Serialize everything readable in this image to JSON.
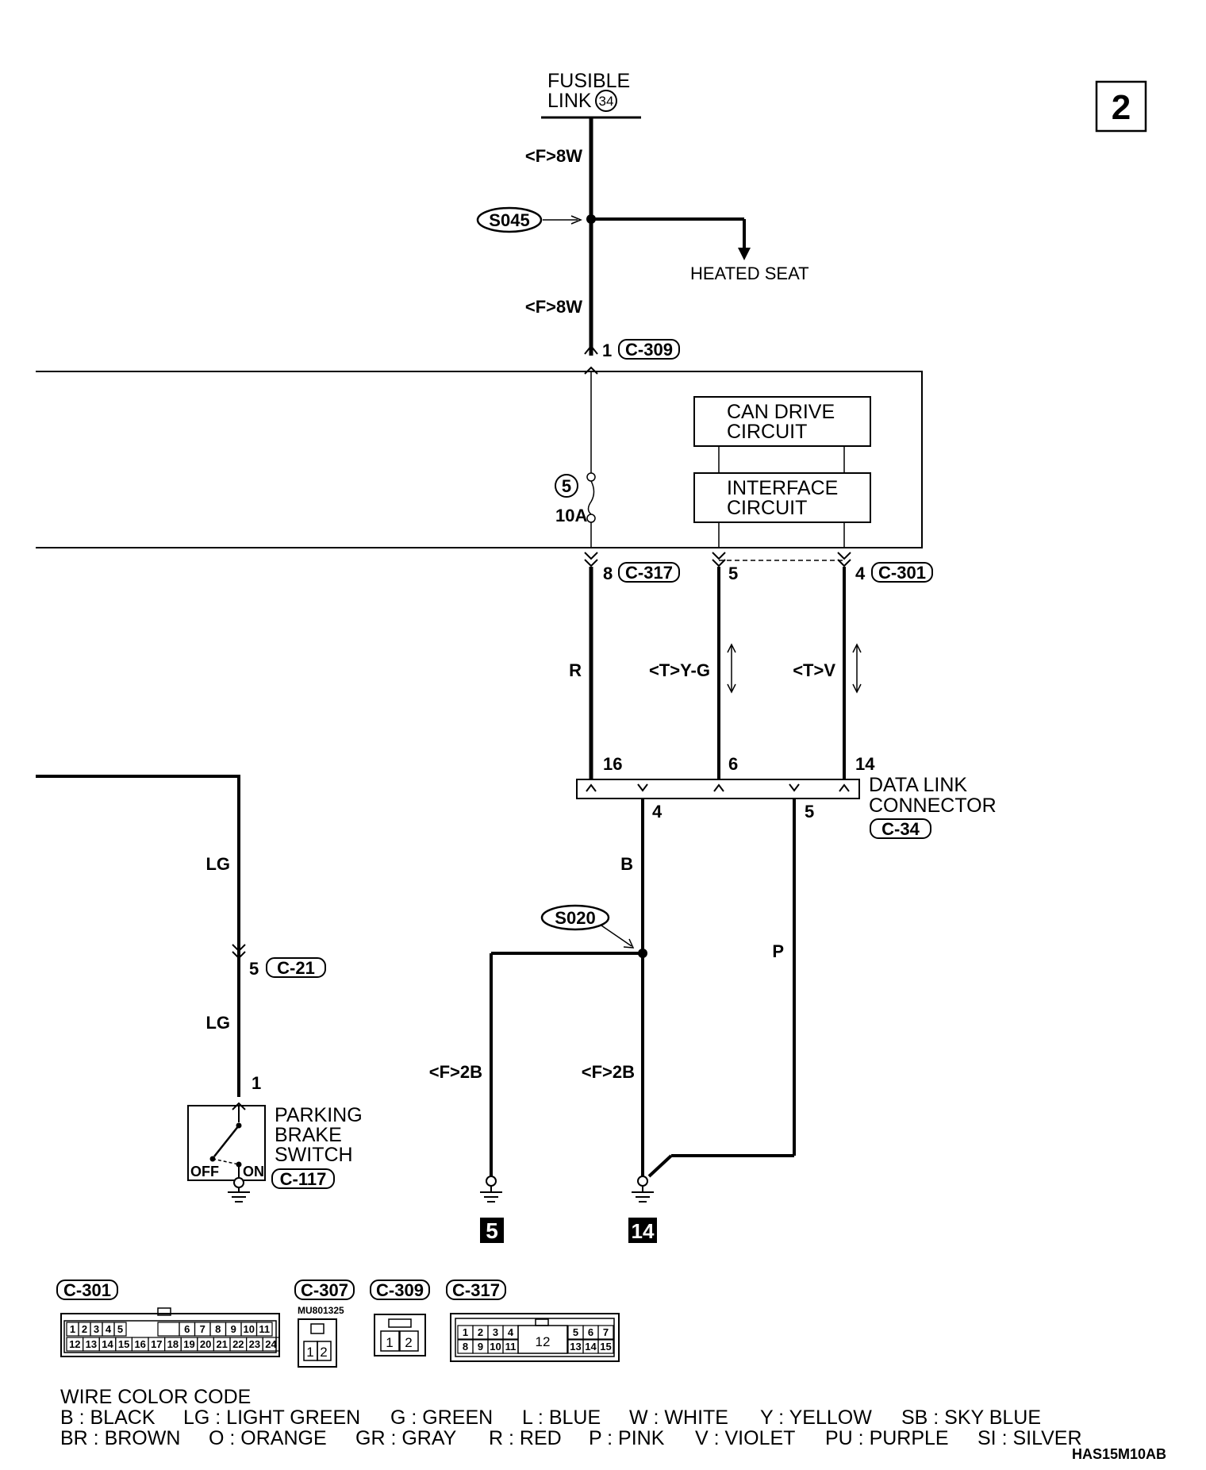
{
  "page_number": "2",
  "top": {
    "fusible_link_line1": "FUSIBLE",
    "fusible_link_line2": "LINK",
    "fusible_link_num": "34",
    "wire_top_1": "<F>8W",
    "wire_top_2": "<F>8W",
    "splice_s045": "S045",
    "heated_seat": "HEATED SEAT"
  },
  "module": {
    "c309_pin": "1",
    "c309": "C-309",
    "fuse_num": "5",
    "fuse_amp": "10A",
    "can_drive_1": "CAN DRIVE",
    "can_drive_2": "CIRCUIT",
    "interface_1": "INTERFACE",
    "interface_2": "CIRCUIT",
    "c317_pin": "8",
    "c317": "C-317",
    "pin_5": "5",
    "c301_pin": "4",
    "c301": "C-301"
  },
  "wires": {
    "r": "R",
    "yg": "<T>Y-G",
    "v": "<T>V",
    "b": "B",
    "p": "P",
    "fb_left": "<F>2B",
    "fb_right": "<F>2B",
    "lg_top": "LG",
    "lg_bottom": "LG"
  },
  "dlc": {
    "pin16": "16",
    "pin6": "6",
    "pin14": "14",
    "pin4": "4",
    "pin5": "5",
    "label1": "DATA LINK",
    "label2": "CONNECTOR",
    "conn": "C-34"
  },
  "splice_s020": "S020",
  "ground_5": "5",
  "ground_14": "14",
  "c21_pin": "5",
  "c21": "C-21",
  "switch": {
    "pin": "1",
    "label1": "PARKING",
    "label2": "BRAKE",
    "label3": "SWITCH",
    "off": "OFF",
    "on": "ON",
    "conn": "C-117"
  },
  "connectors": {
    "c301_title": "C-301",
    "c301_top": [
      "1",
      "2",
      "3",
      "4",
      "5",
      "6",
      "7",
      "8",
      "9",
      "10",
      "11"
    ],
    "c301_bottom": [
      "12",
      "13",
      "14",
      "15",
      "16",
      "17",
      "18",
      "19",
      "20",
      "21",
      "22",
      "23",
      "24"
    ],
    "c307_title": "C-307",
    "c307_part": "MU801325",
    "c307_pins": [
      "1",
      "2"
    ],
    "c309_title": "C-309",
    "c309_pins": [
      "1",
      "2"
    ],
    "c317_title": "C-317",
    "c317_top_left": [
      "1",
      "2",
      "3",
      "4"
    ],
    "c317_top_right": [
      "5",
      "6",
      "7"
    ],
    "c317_bottom_left": [
      "8",
      "9",
      "10",
      "11"
    ],
    "c317_center": "12",
    "c317_bottom_right": [
      "13",
      "14",
      "15"
    ]
  },
  "legend": {
    "title": "WIRE COLOR CODE",
    "row1": [
      "B : BLACK",
      "LG : LIGHT GREEN",
      "G : GREEN",
      "L : BLUE",
      "W : WHITE",
      "Y : YELLOW",
      "SB : SKY BLUE"
    ],
    "row2": [
      "BR : BROWN",
      "O : ORANGE",
      "GR : GRAY",
      "R : RED",
      "P : PINK",
      "V : VIOLET",
      "PU : PURPLE",
      "SI : SILVER"
    ]
  },
  "doc_code": "HAS15M10AB"
}
